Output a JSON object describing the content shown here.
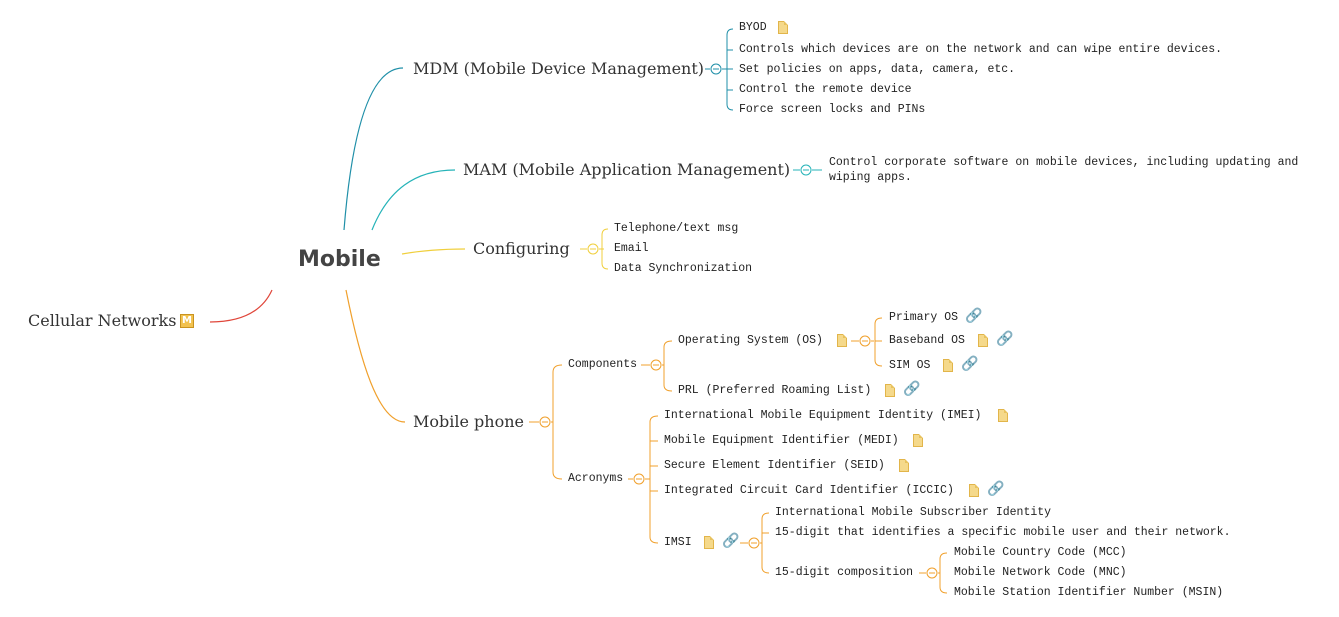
{
  "root": "Mobile",
  "cellular": {
    "label": "Cellular Networks",
    "badge": "M"
  },
  "mdm": {
    "label": "MDM (Mobile Device Management)",
    "items": [
      "BYOD",
      "Controls which devices are on the network and can wipe entire devices.",
      "Set policies on apps, data, camera, etc.",
      "Control the remote device",
      "Force screen locks and PINs"
    ]
  },
  "mam": {
    "label": "MAM (Mobile Application Management)",
    "desc_line1": "Control corporate software on mobile devices, including updating and",
    "desc_line2": "wiping apps."
  },
  "configuring": {
    "label": "Configuring",
    "items": [
      "Telephone/text msg",
      "Email",
      "Data Synchronization"
    ]
  },
  "mobile_phone": {
    "label": "Mobile phone",
    "components": {
      "label": "Components",
      "os": {
        "label": "Operating System (OS)",
        "items": [
          "Primary OS",
          "Baseband OS",
          "SIM OS"
        ]
      },
      "prl": "PRL (Preferred Roaming List)"
    },
    "acronyms": {
      "label": "Acronyms",
      "imei": "International Mobile Equipment Identity (IMEI)",
      "medi": "Mobile Equipment Identifier (MEDI)",
      "seid": "Secure Element Identifier (SEID)",
      "iccic": "Integrated Circuit Card Identifier (ICCIC)",
      "imsi": {
        "label": "IMSI",
        "name": "International Mobile Subscriber Identity",
        "desc": "15-digit that identifies a specific mobile user and their network.",
        "composition": {
          "label": "15-digit composition",
          "items": [
            "Mobile Country Code (MCC)",
            "Mobile Network Code (MNC)",
            "Mobile Station Identifier Number (MSIN)"
          ]
        }
      }
    }
  },
  "colors": {
    "cellular": "#e0463a",
    "mdm": "#1f8fa8",
    "mam": "#25b3b8",
    "configuring": "#f0cf3c",
    "phone": "#f0a02c"
  }
}
